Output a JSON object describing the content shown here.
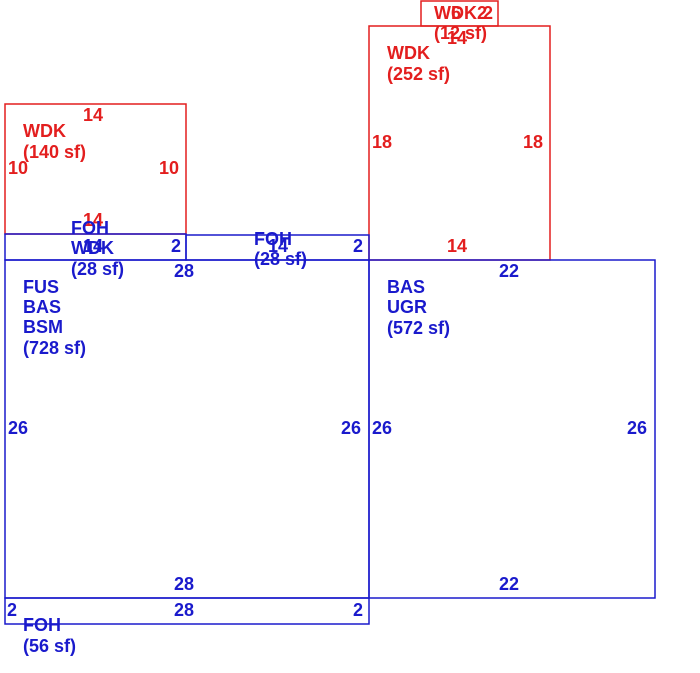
{
  "colors": {
    "deck": "#e31e1e",
    "main": "#1a1acc"
  },
  "areas": {
    "wdk_top": {
      "label": "WDK",
      "area": "(252 sf)"
    },
    "wdk_small": {
      "label": "WDK2",
      "area": "(12 sf)"
    },
    "wdk_left": {
      "label": "WDK",
      "area": "(140 sf)"
    },
    "foh_left": {
      "label": "FOH",
      "area": "(28 sf)"
    },
    "wdk_strip": {
      "label": "WDK",
      "area": "(28 sf)"
    },
    "foh_mid": {
      "label": "FOH",
      "area": "(28 sf)"
    },
    "fus": {
      "l1": "FUS",
      "l2": "BAS",
      "l3": "BSM",
      "area": "(728 sf)"
    },
    "bas_ugr": {
      "l1": "BAS",
      "l2": "UGR",
      "area": "(572 sf)"
    },
    "foh_bottom": {
      "label": "FOH",
      "area": "(56 sf)"
    }
  },
  "dims": {
    "small_6": "6",
    "small_2": "2",
    "top_14_upper": "14",
    "top_18_left": "18",
    "top_18_right": "18",
    "top_14_lower": "14",
    "left_14_upper": "14",
    "left_10_left": "10",
    "left_10_right": "10",
    "left_14_lower": "14",
    "strip_14": "14",
    "strip_2": "2",
    "mid_14": "14",
    "mid_2": "2",
    "fus_28_top": "28",
    "fus_26_left": "26",
    "fus_26_right": "26",
    "fus_28_bottom": "28",
    "ugr_22_top": "22",
    "ugr_26_left": "26",
    "ugr_26_right": "26",
    "ugr_22_bottom": "22",
    "foh_2_left": "2",
    "foh_28": "28",
    "foh_2_right": "2"
  }
}
